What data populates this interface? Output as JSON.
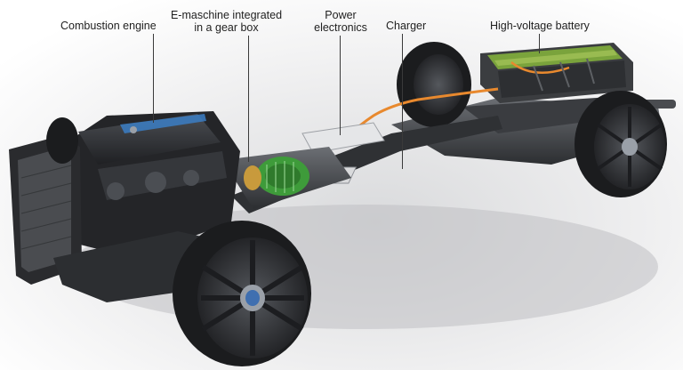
{
  "labels": {
    "combustion_engine": "Combustion engine",
    "e_machine_line1": "E-maschine integrated",
    "e_machine_line2": "in a gear box",
    "power_line1": "Power",
    "power_line2": "electronics",
    "charger": "Charger",
    "battery": "High-voltage battery"
  },
  "colors": {
    "chassis": "#2b2d31",
    "tire": "#1b1c1e",
    "rim": "#3a3c40",
    "electric_motor_green": "#3e9b3a",
    "battery_green": "#5f8f2d",
    "hv_cable_orange": "#e8892e",
    "engine_cover_blue": "#3b7ec4"
  }
}
